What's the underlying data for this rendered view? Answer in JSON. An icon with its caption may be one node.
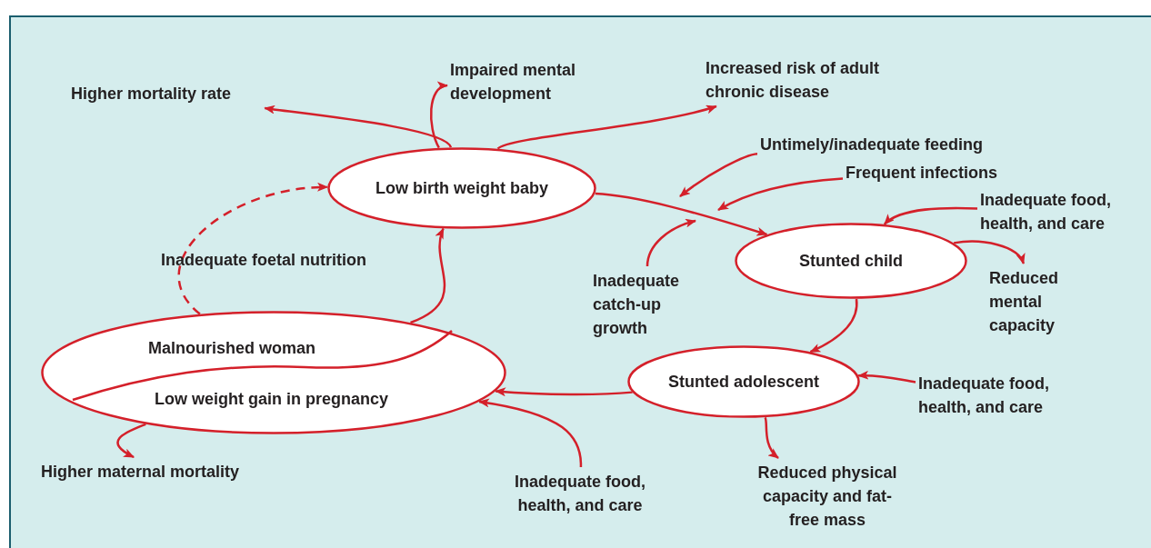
{
  "diagram": {
    "nodes": [
      {
        "text": [
          "Low birth weight baby"
        ]
      },
      {
        "text": [
          "Stunted child"
        ]
      },
      {
        "text": [
          "Stunted adolescent"
        ]
      },
      {
        "text": [
          "Malnourished woman",
          "Low weight gain in pregnancy"
        ]
      },
      {
        "text": [
          "Higher mortality rate"
        ]
      },
      {
        "text": [
          "Impaired mental development"
        ]
      },
      {
        "text": [
          "Increased risk of adult chronic disease"
        ]
      },
      {
        "text": [
          "Untimely/inadequate feeding"
        ]
      },
      {
        "text": [
          "Frequent infections"
        ]
      },
      {
        "text": [
          "Inadequate food, health, and care"
        ]
      },
      {
        "text": [
          "Reduced mental capacity"
        ]
      },
      {
        "text": [
          "Inadequate catch-up growth"
        ]
      },
      {
        "text": [
          "Inadequate food, health, and care"
        ]
      },
      {
        "text": [
          "Reduced physical capacity and fat-free mass"
        ]
      },
      {
        "text": [
          "Inadequate food, health, and care"
        ]
      },
      {
        "text": [
          "Higher maternal mortality"
        ]
      }
    ],
    "edges": [
      {
        "from": 0,
        "to": 4,
        "arrow": "to"
      },
      {
        "from": 0,
        "to": 5,
        "arrow": "to"
      },
      {
        "from": 0,
        "to": 6,
        "arrow": "to"
      },
      {
        "from": 0,
        "to": 1,
        "arrow": "to"
      },
      {
        "from": 7,
        "to": null,
        "arrow": "to"
      },
      {
        "from": 8,
        "to": null,
        "arrow": "to"
      },
      {
        "from": 11,
        "to": null,
        "arrow": "to"
      },
      {
        "from": 9,
        "to": 1,
        "arrow": "to"
      },
      {
        "from": 1,
        "to": 10,
        "arrow": "to"
      },
      {
        "from": 1,
        "to": 2,
        "arrow": "to"
      },
      {
        "from": 12,
        "to": 2,
        "arrow": "to"
      },
      {
        "from": 2,
        "to": 13,
        "arrow": "to"
      },
      {
        "from": 2,
        "to": 3,
        "arrow": "to"
      },
      {
        "from": 14,
        "to": 3,
        "arrow": "to"
      },
      {
        "from": 3,
        "to": 15,
        "arrow": "to"
      },
      {
        "from": 3,
        "to": 0,
        "arrow": "to"
      },
      {
        "from": 3,
        "to": 0,
        "arrow": "to",
        "style": "dashed"
      }
    ],
    "labels": [
      "Inadequate foetal nutrition"
    ]
  }
}
